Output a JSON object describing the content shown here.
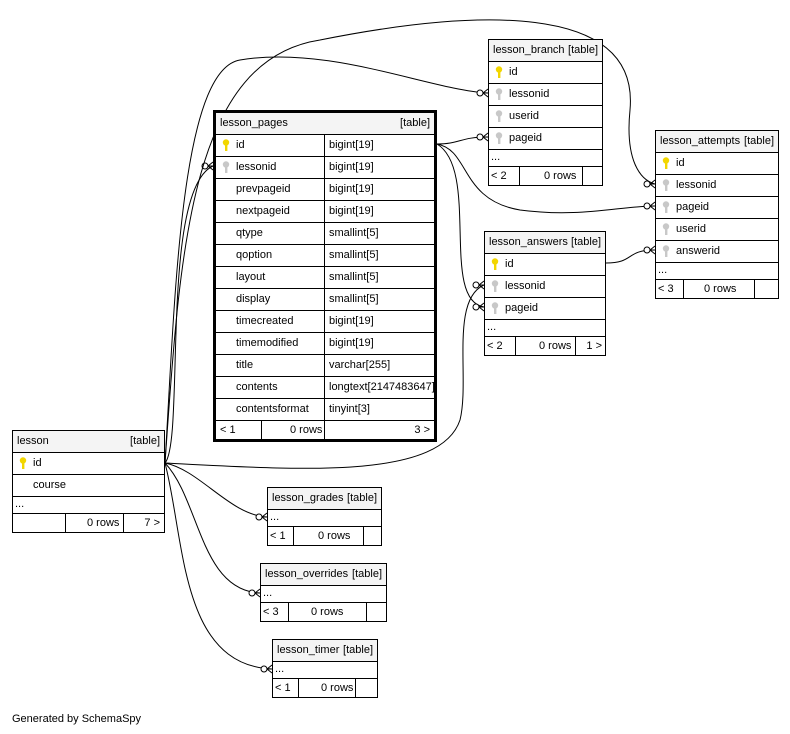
{
  "tables": {
    "lesson": {
      "name": "lesson",
      "type": "[table]",
      "rows": [
        {
          "col": "id",
          "key": "pk"
        },
        {
          "col": "course",
          "key": "none"
        }
      ],
      "ellipsis": "...",
      "footer": {
        "left": "",
        "rows": "0 rows",
        "right": "7 >"
      }
    },
    "lesson_pages": {
      "name": "lesson_pages",
      "type": "[table]",
      "rows": [
        {
          "col": "id",
          "dtype": "bigint[19]",
          "key": "pk"
        },
        {
          "col": "lessonid",
          "dtype": "bigint[19]",
          "key": "fk"
        },
        {
          "col": "prevpageid",
          "dtype": "bigint[19]",
          "key": "none"
        },
        {
          "col": "nextpageid",
          "dtype": "bigint[19]",
          "key": "none"
        },
        {
          "col": "qtype",
          "dtype": "smallint[5]",
          "key": "none"
        },
        {
          "col": "qoption",
          "dtype": "smallint[5]",
          "key": "none"
        },
        {
          "col": "layout",
          "dtype": "smallint[5]",
          "key": "none"
        },
        {
          "col": "display",
          "dtype": "smallint[5]",
          "key": "none"
        },
        {
          "col": "timecreated",
          "dtype": "bigint[19]",
          "key": "none"
        },
        {
          "col": "timemodified",
          "dtype": "bigint[19]",
          "key": "none"
        },
        {
          "col": "title",
          "dtype": "varchar[255]",
          "key": "none"
        },
        {
          "col": "contents",
          "dtype": "longtext[2147483647]",
          "key": "none"
        },
        {
          "col": "contentsformat",
          "dtype": "tinyint[3]",
          "key": "none"
        }
      ],
      "footer": {
        "left": "< 1",
        "rows": "0 rows",
        "right": "3 >"
      }
    },
    "lesson_branch": {
      "name": "lesson_branch",
      "type": "[table]",
      "rows": [
        {
          "col": "id",
          "key": "pk"
        },
        {
          "col": "lessonid",
          "key": "fk"
        },
        {
          "col": "userid",
          "key": "fk"
        },
        {
          "col": "pageid",
          "key": "fk"
        }
      ],
      "ellipsis": "...",
      "footer": {
        "left": "< 2",
        "rows": "0 rows",
        "right": ""
      }
    },
    "lesson_attempts": {
      "name": "lesson_attempts",
      "type": "[table]",
      "rows": [
        {
          "col": "id",
          "key": "pk"
        },
        {
          "col": "lessonid",
          "key": "fk"
        },
        {
          "col": "pageid",
          "key": "fk"
        },
        {
          "col": "userid",
          "key": "fk"
        },
        {
          "col": "answerid",
          "key": "fk"
        }
      ],
      "ellipsis": "...",
      "footer": {
        "left": "< 3",
        "rows": "0 rows",
        "right": ""
      }
    },
    "lesson_answers": {
      "name": "lesson_answers",
      "type": "[table]",
      "rows": [
        {
          "col": "id",
          "key": "pk"
        },
        {
          "col": "lessonid",
          "key": "fk"
        },
        {
          "col": "pageid",
          "key": "fk"
        }
      ],
      "ellipsis": "...",
      "footer": {
        "left": "< 2",
        "rows": "0 rows",
        "right": "1 >"
      }
    },
    "lesson_grades": {
      "name": "lesson_grades",
      "type": "[table]",
      "rows": [],
      "ellipsis": "...",
      "footer": {
        "left": "< 1",
        "rows": "0 rows",
        "right": ""
      }
    },
    "lesson_overrides": {
      "name": "lesson_overrides",
      "type": "[table]",
      "rows": [],
      "ellipsis": "...",
      "footer": {
        "left": "< 3",
        "rows": "0 rows",
        "right": ""
      }
    },
    "lesson_timer": {
      "name": "lesson_timer",
      "type": "[table]",
      "rows": [],
      "ellipsis": "...",
      "footer": {
        "left": "< 1",
        "rows": "0 rows",
        "right": ""
      }
    }
  },
  "colors": {
    "pk_key": "#f2d600",
    "fk_key": "#c8c8c8",
    "header_bg": "#f4f4f4",
    "line": "#000000"
  },
  "generated_by": "Generated by SchemaSpy"
}
